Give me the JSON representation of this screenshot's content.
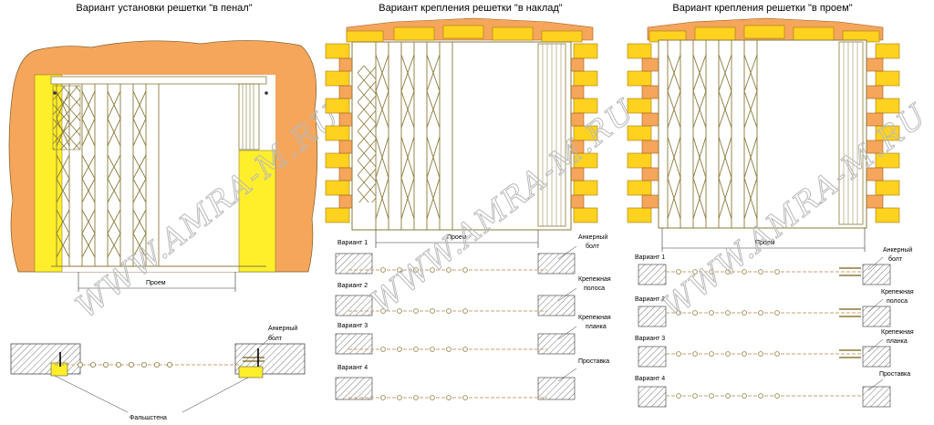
{
  "titles": {
    "panel1": "Вариант установки решетки \"в пенал\"",
    "panel2": "Вариант крепления решетки \"в наклад\"",
    "panel3": "Вариант крепления решетки \"в проем\""
  },
  "labels": {
    "opening": "Проем",
    "anchor_line1": "Анкерный",
    "anchor_line2": "болт",
    "false_wall": "Фальшстена",
    "strip_line1": "Крепежная",
    "strip_line2": "полоса",
    "plate_line1": "Крепежная",
    "plate_line2": "планка",
    "spacer": "Проставка",
    "variant1": "Вариант 1",
    "variant2": "Вариант 2",
    "variant3": "Вариант 3",
    "variant4": "Вариант 4"
  },
  "watermark": "WWW.AMRA-M.RU",
  "colors": {
    "wall_orange": "#f5a65b",
    "brick_yellow": "#ffd21f",
    "falsewall_yellow": "#ffef2a",
    "grille_line": "#8a7a3a",
    "hatch": "#555555"
  }
}
